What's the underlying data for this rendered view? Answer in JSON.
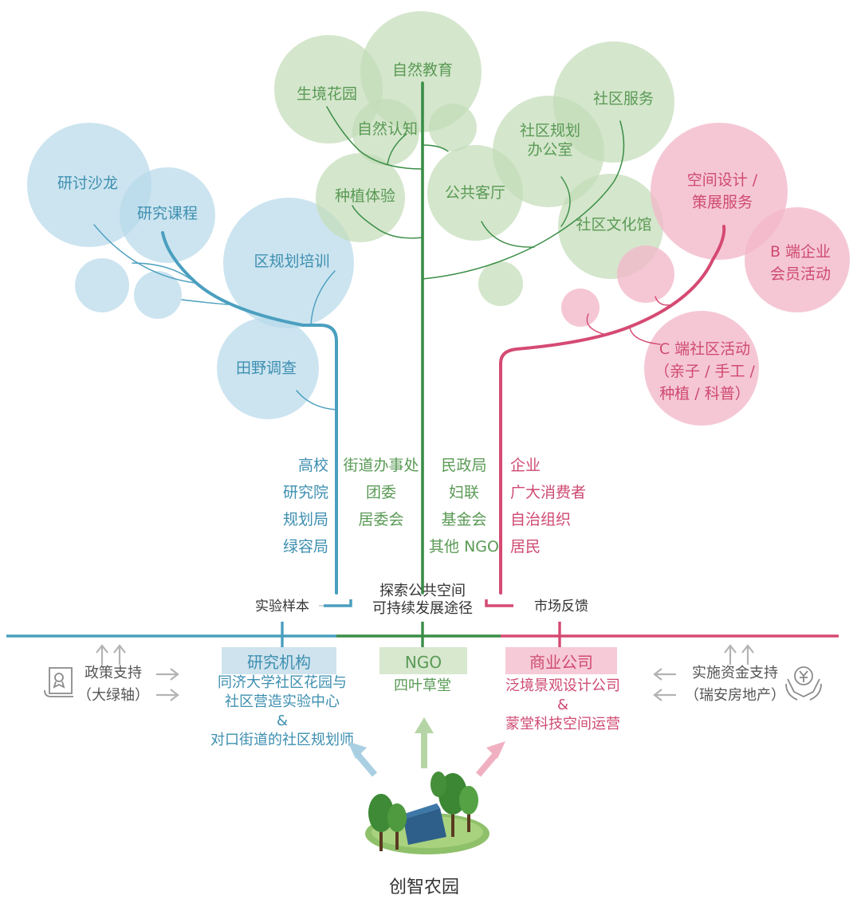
{
  "colors": {
    "blue": "#4a9fbf",
    "blue_text": "#3d8fb0",
    "blue_fill": "#b9d9ea",
    "green": "#3a8d46",
    "green_text": "#5a9a55",
    "green_fill": "#c4dcb8",
    "pink": "#d54a73",
    "pink_text": "#cf4a72",
    "pink_fill": "#f2b7c9",
    "dark": "#333333",
    "gray": "#a8a8a8",
    "tag_blue_bg": "#cfe3ee",
    "tag_green_bg": "#d7e8cf",
    "tag_pink_bg": "#f6cad7"
  },
  "bubbles": {
    "blue": [
      "研讨沙龙",
      "研究课程",
      "区规划培训",
      "田野调查"
    ],
    "green": [
      "生境花园",
      "自然教育",
      "自然认知",
      "社区服务",
      "社区规划\n办公室",
      "种植体验",
      "公共客厅",
      "社区文化馆"
    ],
    "pink": [
      "空间设计 /\n策展服务",
      "B 端企业\n会员活动",
      "C 端社区活动\n（亲子 / 手工 /\n种植 / 科普）"
    ]
  },
  "stakeholders": {
    "blue": [
      "高校",
      "研究院",
      "规划局",
      "绿容局"
    ],
    "green_left": [
      "街道办事处",
      "团委",
      "居委会"
    ],
    "green_right": [
      "民政局",
      "妇联",
      "基金会",
      "其他 NGO"
    ],
    "pink": [
      "企业",
      "广大消费者",
      "自治组织",
      "居民"
    ]
  },
  "flow": {
    "left": "实验样本",
    "center": "探索公共空间\n可持续发展途径",
    "right": "市场反馈"
  },
  "orgs": {
    "research": {
      "tag": "研究机构",
      "desc": "同济大学社区花园与\n社区营造实验中心\n&\n对口街道的社区规划师"
    },
    "ngo": {
      "tag": "NGO",
      "desc": "四叶草堂"
    },
    "business": {
      "tag": "商业公司",
      "desc": "泛境景观设计公司\n&\n蒙堂科技空间运营"
    }
  },
  "support": {
    "policy": "政策支持\n（大绿轴）",
    "funding": "实施资金支持\n（瑞安房地产）"
  },
  "root_label": "创智农园",
  "icons": [
    "certificate-icon",
    "money-hands-icon",
    "garden-illustration-icon"
  ]
}
